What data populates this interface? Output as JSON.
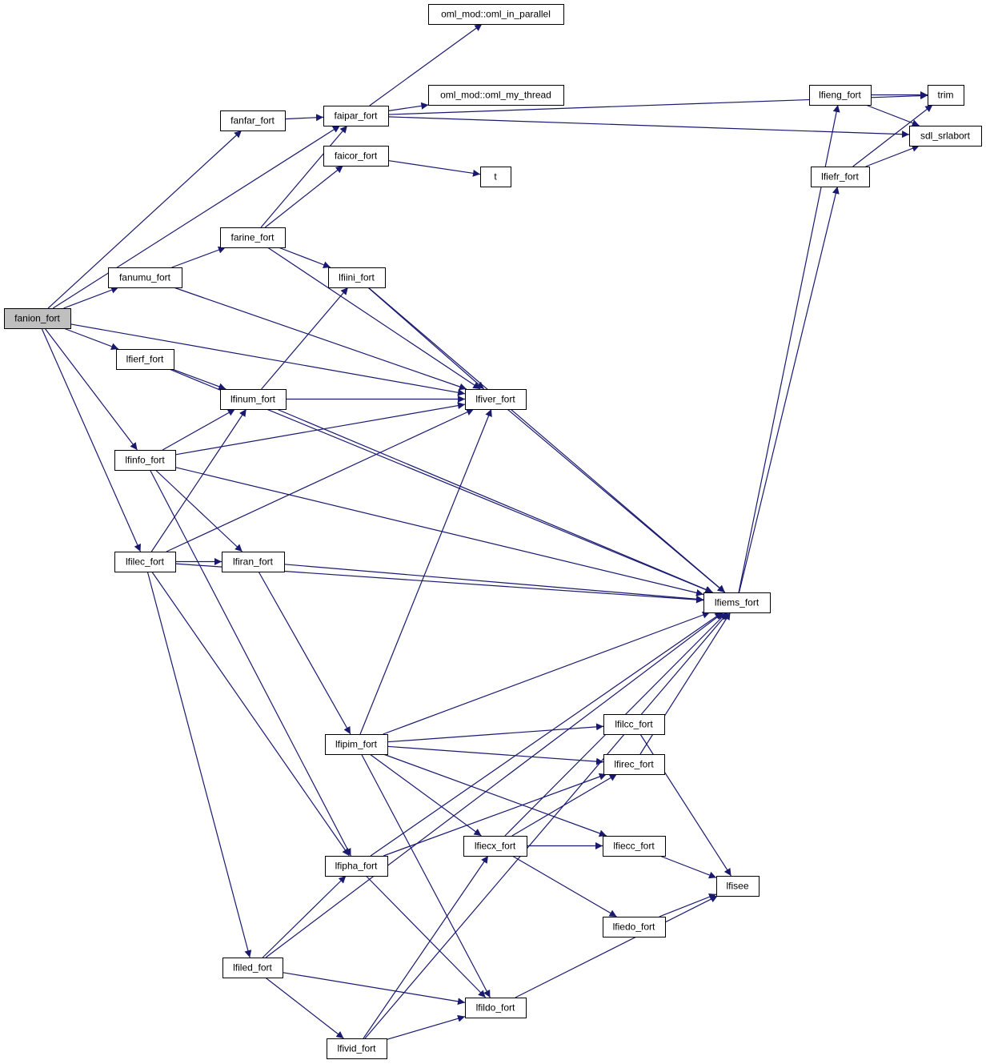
{
  "graph": {
    "type": "call-graph",
    "root": "fanion_fort",
    "colors": {
      "edge": "#191970",
      "node_border": "#000000",
      "root_fill": "#bfbfbf",
      "node_fill": "#ffffff"
    },
    "nodes": [
      {
        "id": "fanion_fort",
        "label": "fanion_fort"
      },
      {
        "id": "fanfar_fort",
        "label": "fanfar_fort"
      },
      {
        "id": "faipar_fort",
        "label": "faipar_fort"
      },
      {
        "id": "oml_in_parallel",
        "label": "oml_mod::oml_in_parallel"
      },
      {
        "id": "oml_my_thread",
        "label": "oml_mod::oml_my_thread"
      },
      {
        "id": "faicor_fort",
        "label": "faicor_fort"
      },
      {
        "id": "t",
        "label": "t"
      },
      {
        "id": "farine_fort",
        "label": "farine_fort"
      },
      {
        "id": "fanumu_fort",
        "label": "fanumu_fort"
      },
      {
        "id": "lfiini_fort",
        "label": "lfiini_fort"
      },
      {
        "id": "lfierf_fort",
        "label": "lfierf_fort"
      },
      {
        "id": "lfinum_fort",
        "label": "lfinum_fort"
      },
      {
        "id": "lfiver_fort",
        "label": "lfiver_fort"
      },
      {
        "id": "lfinfo_fort",
        "label": "lfinfo_fort"
      },
      {
        "id": "lfilec_fort",
        "label": "lfilec_fort"
      },
      {
        "id": "lfiran_fort",
        "label": "lfiran_fort"
      },
      {
        "id": "lfiems_fort",
        "label": "lfiems_fort"
      },
      {
        "id": "lfieng_fort",
        "label": "lfieng_fort"
      },
      {
        "id": "trim",
        "label": "trim"
      },
      {
        "id": "sdl_srlabort",
        "label": "sdl_srlabort"
      },
      {
        "id": "lfiefr_fort",
        "label": "lfiefr_fort"
      },
      {
        "id": "lfipim_fort",
        "label": "lfipim_fort"
      },
      {
        "id": "lfilcc_fort",
        "label": "lfilcc_fort"
      },
      {
        "id": "lfirec_fort",
        "label": "lfirec_fort"
      },
      {
        "id": "lfiecx_fort",
        "label": "lfiecx_fort"
      },
      {
        "id": "lfiecc_fort",
        "label": "lfiecc_fort"
      },
      {
        "id": "lfipha_fort",
        "label": "lfipha_fort"
      },
      {
        "id": "lfisee",
        "label": "lfisee"
      },
      {
        "id": "lfiedo_fort",
        "label": "lfiedo_fort"
      },
      {
        "id": "lfiled_fort",
        "label": "lfiled_fort"
      },
      {
        "id": "lfildo_fort",
        "label": "lfildo_fort"
      },
      {
        "id": "lfivid_fort",
        "label": "lfivid_fort"
      }
    ],
    "edges": [
      [
        "fanion_fort",
        "fanfar_fort"
      ],
      [
        "fanion_fort",
        "faipar_fort"
      ],
      [
        "fanion_fort",
        "fanumu_fort"
      ],
      [
        "fanion_fort",
        "lfierf_fort"
      ],
      [
        "fanion_fort",
        "lfiver_fort"
      ],
      [
        "fanion_fort",
        "lfinfo_fort"
      ],
      [
        "fanion_fort",
        "lfilec_fort"
      ],
      [
        "fanfar_fort",
        "faipar_fort"
      ],
      [
        "faipar_fort",
        "oml_in_parallel"
      ],
      [
        "faipar_fort",
        "oml_my_thread"
      ],
      [
        "faipar_fort",
        "trim"
      ],
      [
        "faipar_fort",
        "sdl_srlabort"
      ],
      [
        "faicor_fort",
        "t"
      ],
      [
        "farine_fort",
        "faipar_fort"
      ],
      [
        "farine_fort",
        "faicor_fort"
      ],
      [
        "farine_fort",
        "lfiini_fort"
      ],
      [
        "farine_fort",
        "lfiver_fort"
      ],
      [
        "fanumu_fort",
        "farine_fort"
      ],
      [
        "fanumu_fort",
        "lfiver_fort"
      ],
      [
        "lfierf_fort",
        "lfinum_fort"
      ],
      [
        "lfierf_fort",
        "lfiems_fort"
      ],
      [
        "lfiini_fort",
        "lfiver_fort"
      ],
      [
        "lfiini_fort",
        "lfiems_fort"
      ],
      [
        "lfinum_fort",
        "lfiini_fort"
      ],
      [
        "lfinum_fort",
        "lfiver_fort"
      ],
      [
        "lfinum_fort",
        "lfiems_fort"
      ],
      [
        "lfiver_fort",
        "lfiems_fort"
      ],
      [
        "lfinfo_fort",
        "lfinum_fort"
      ],
      [
        "lfinfo_fort",
        "lfiver_fort"
      ],
      [
        "lfinfo_fort",
        "lfiran_fort"
      ],
      [
        "lfinfo_fort",
        "lfiems_fort"
      ],
      [
        "lfinfo_fort",
        "lfipha_fort"
      ],
      [
        "lfilec_fort",
        "lfinum_fort"
      ],
      [
        "lfilec_fort",
        "lfiver_fort"
      ],
      [
        "lfilec_fort",
        "lfiran_fort"
      ],
      [
        "lfilec_fort",
        "lfiems_fort"
      ],
      [
        "lfilec_fort",
        "lfipha_fort"
      ],
      [
        "lfilec_fort",
        "lfiled_fort"
      ],
      [
        "lfiran_fort",
        "lfiems_fort"
      ],
      [
        "lfiran_fort",
        "lfipim_fort"
      ],
      [
        "lfiems_fort",
        "lfieng_fort"
      ],
      [
        "lfiems_fort",
        "lfiefr_fort"
      ],
      [
        "lfieng_fort",
        "trim"
      ],
      [
        "lfieng_fort",
        "sdl_srlabort"
      ],
      [
        "lfiefr_fort",
        "trim"
      ],
      [
        "lfiefr_fort",
        "sdl_srlabort"
      ],
      [
        "lfipim_fort",
        "lfiver_fort"
      ],
      [
        "lfipim_fort",
        "lfiems_fort"
      ],
      [
        "lfipim_fort",
        "lfilcc_fort"
      ],
      [
        "lfipim_fort",
        "lfirec_fort"
      ],
      [
        "lfipim_fort",
        "lfiecx_fort"
      ],
      [
        "lfipim_fort",
        "lfiecc_fort"
      ],
      [
        "lfipim_fort",
        "lfildo_fort"
      ],
      [
        "lfilcc_fort",
        "lfisee"
      ],
      [
        "lfirec_fort",
        "lfiems_fort"
      ],
      [
        "lfiecx_fort",
        "lfirec_fort"
      ],
      [
        "lfiecx_fort",
        "lfiecc_fort"
      ],
      [
        "lfiecx_fort",
        "lfiedo_fort"
      ],
      [
        "lfiecx_fort",
        "lfiems_fort"
      ],
      [
        "lfiecc_fort",
        "lfisee"
      ],
      [
        "lfipha_fort",
        "lfirec_fort"
      ],
      [
        "lfipha_fort",
        "lfiems_fort"
      ],
      [
        "lfipha_fort",
        "lfildo_fort"
      ],
      [
        "lfiedo_fort",
        "lfisee"
      ],
      [
        "lfiled_fort",
        "lfipha_fort"
      ],
      [
        "lfiled_fort",
        "lfildo_fort"
      ],
      [
        "lfiled_fort",
        "lfivid_fort"
      ],
      [
        "lfiled_fort",
        "lfiems_fort"
      ],
      [
        "lfildo_fort",
        "lfisee"
      ],
      [
        "lfivid_fort",
        "lfiecx_fort"
      ],
      [
        "lfivid_fort",
        "lfildo_fort"
      ],
      [
        "lfivid_fort",
        "lfiems_fort"
      ]
    ]
  }
}
